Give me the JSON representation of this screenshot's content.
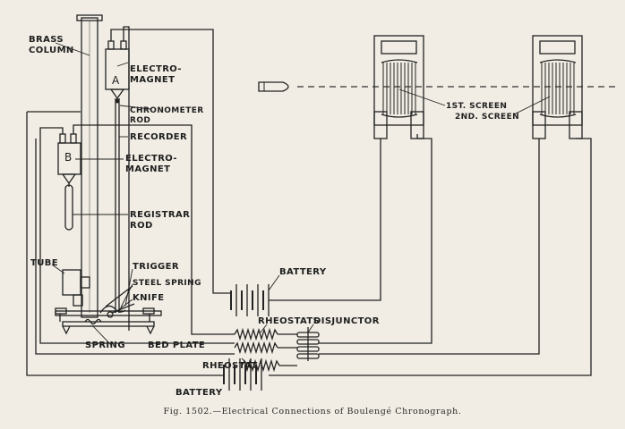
{
  "labels": {
    "brass_column_1": "BRASS",
    "brass_column_2": "COLUMN",
    "electromagnet_a_1": "ELECTRO-",
    "electromagnet_a_2": "MAGNET",
    "magnet_a_letter": "A",
    "chronometer_rod_1": "CHRONOMETER",
    "chronometer_rod_2": "ROD",
    "recorder": "RECORDER",
    "electromagnet_b_1": "ELECTRO-",
    "electromagnet_b_2": "MAGNET",
    "magnet_b_letter": "B",
    "registrar_rod_1": "REGISTRAR",
    "registrar_rod_2": "ROD",
    "tube": "TUBE",
    "trigger": "TRIGGER",
    "steel_spring": "STEEL SPRING",
    "knife": "KNIFE",
    "spring": "SPRING",
    "bed_plate": "BED PLATE",
    "battery_top": "BATTERY",
    "rheostats": "RHEOSTATS",
    "disjunctor": "DISJUNCTOR",
    "rheostat": "RHEOSTAT",
    "battery_bottom": "BATTERY",
    "first_screen": "1ST. SCREEN",
    "second_screen": "2ND. SCREEN"
  },
  "caption": "Fig. 1502.—Electrical Connections of Boulengé Chronograph."
}
